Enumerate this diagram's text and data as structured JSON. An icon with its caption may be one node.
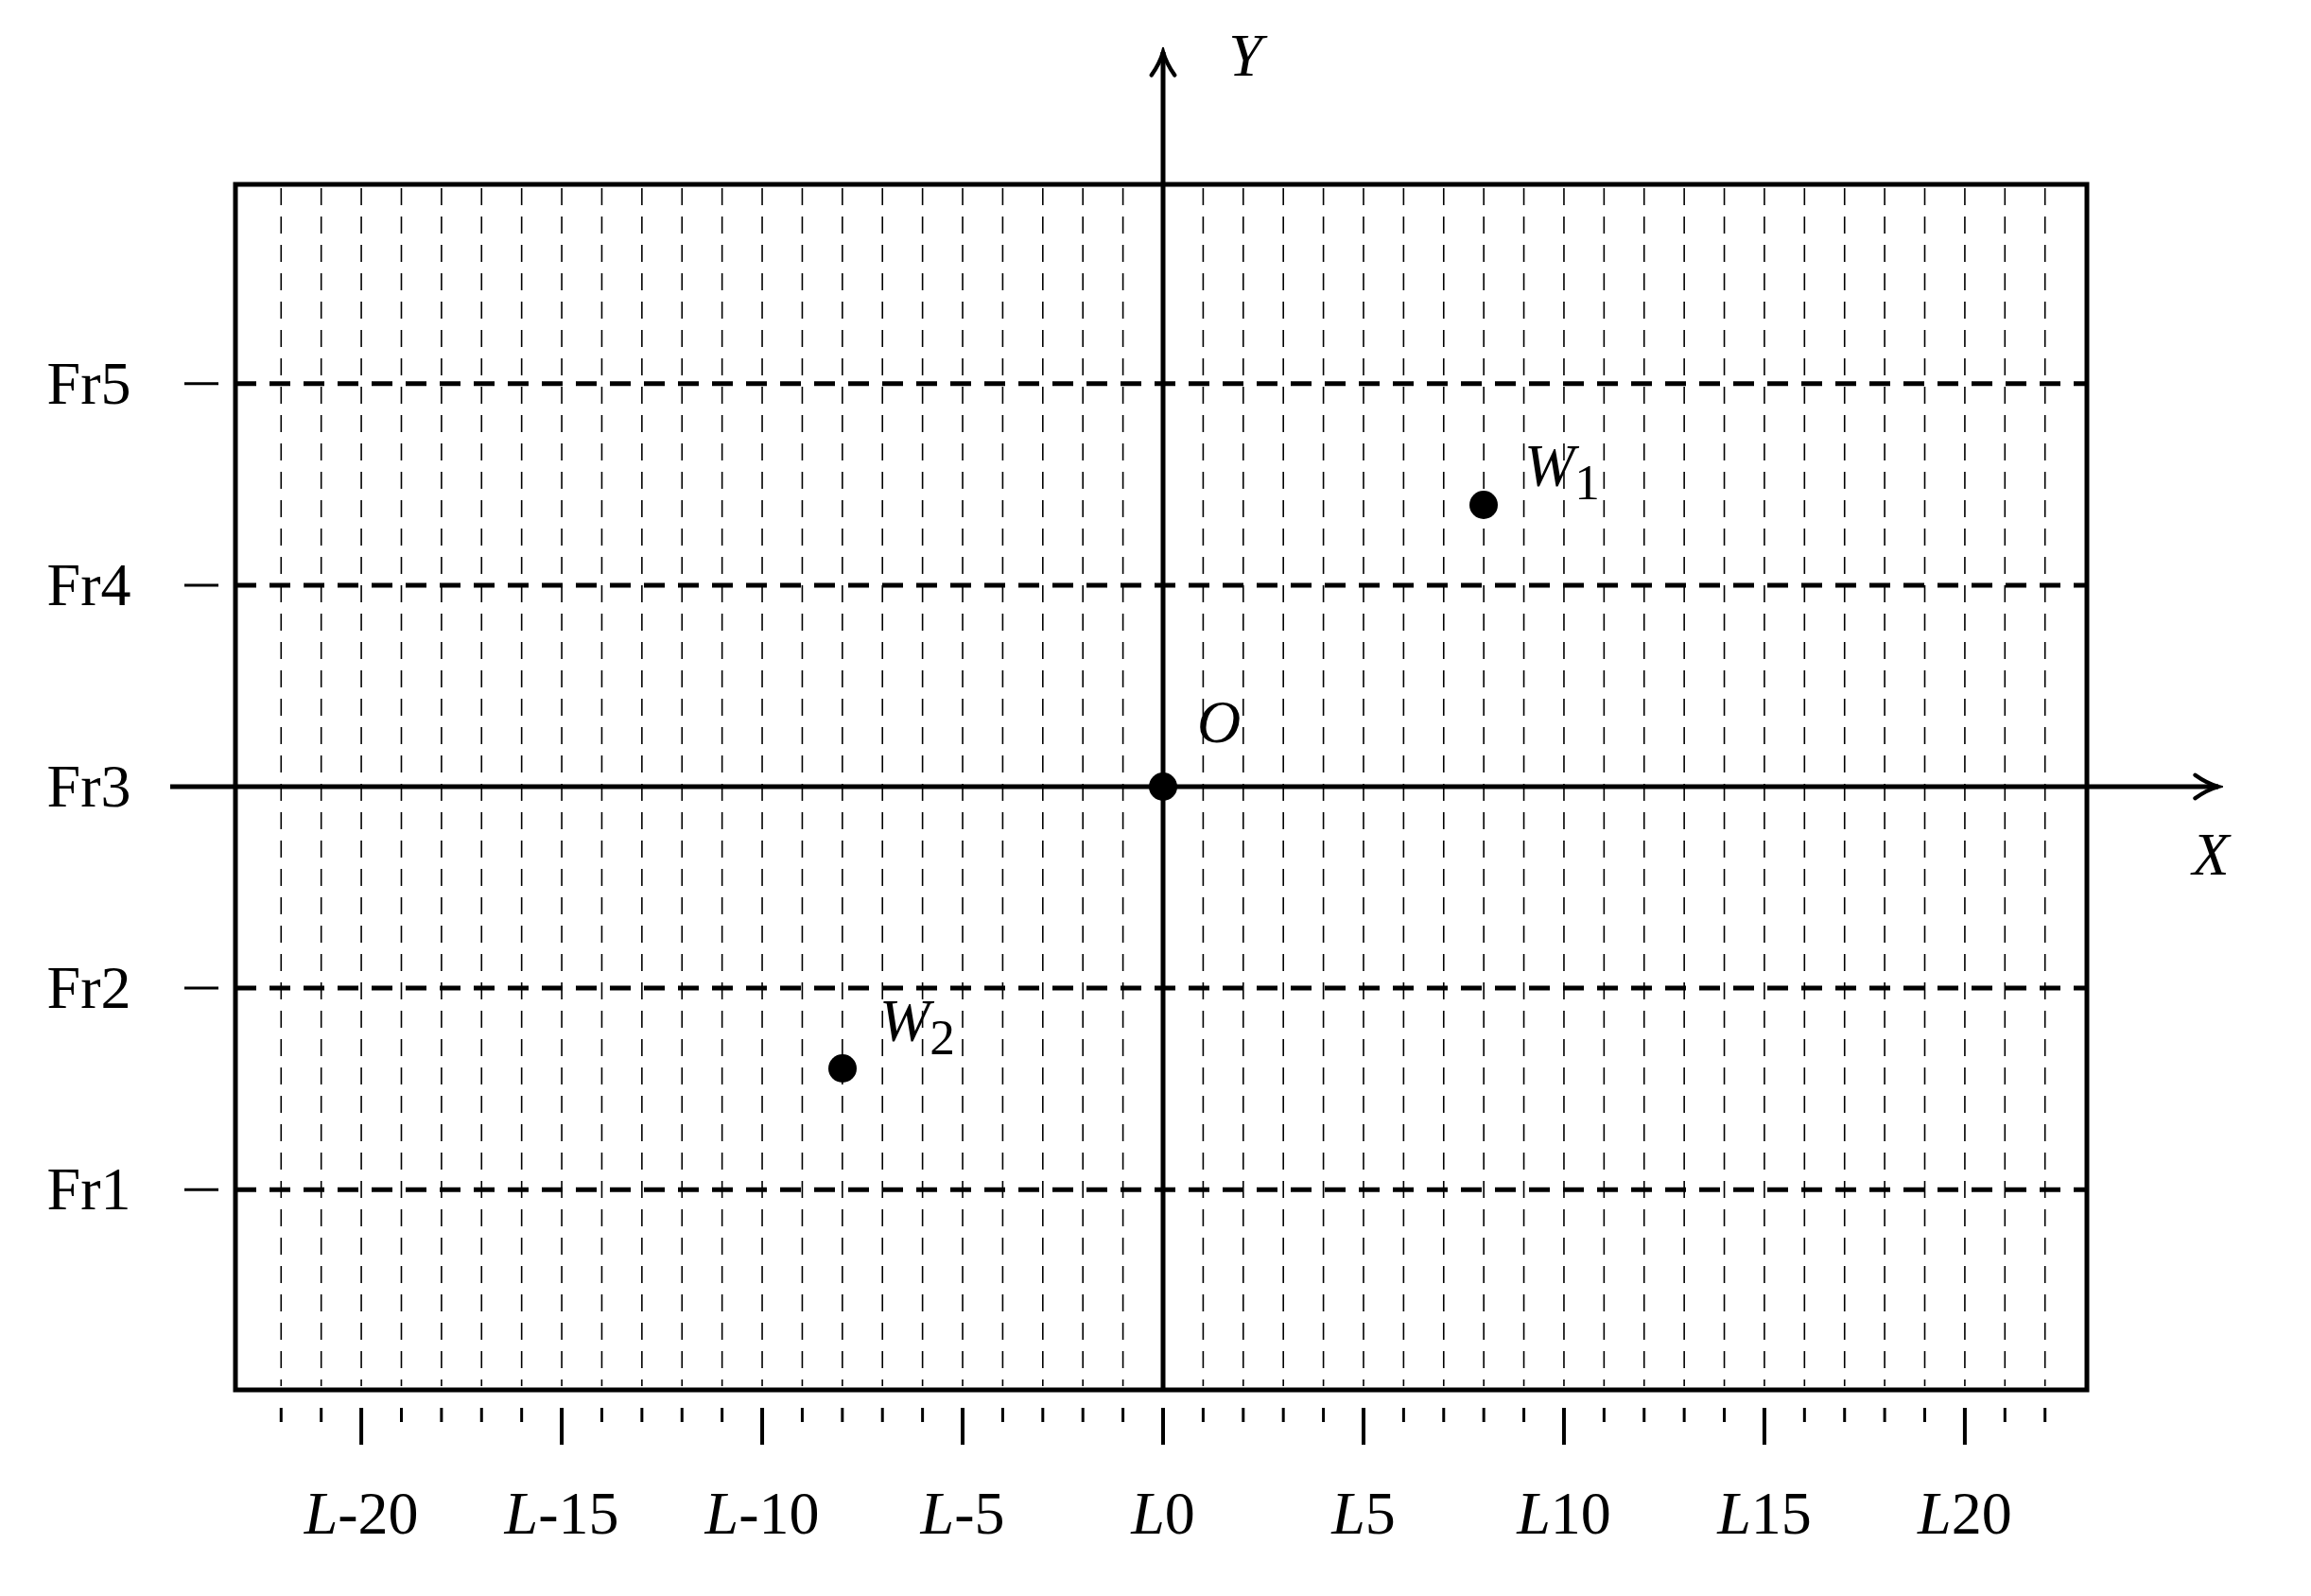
{
  "diagram": {
    "nodes": [
      {
        "text": [],
        "shape": "circle",
        "beside": [
          "*W*$_{1}$"
        ]
      },
      {
        "text": [],
        "shape": "circle",
        "beside": [
          "*O*"
        ]
      },
      {
        "text": [],
        "shape": "circle",
        "beside": [
          "*W*$_{2}$"
        ]
      }
    ],
    "labels": [
      "*Y*",
      "Fr5",
      "Fr4",
      "Fr3",
      "*X*",
      "Fr2",
      "Fr1",
      "L-20",
      "L-15",
      "L-10",
      "L-5",
      "L0",
      "L5",
      "L10",
      "L15",
      "L20"
    ]
  }
}
